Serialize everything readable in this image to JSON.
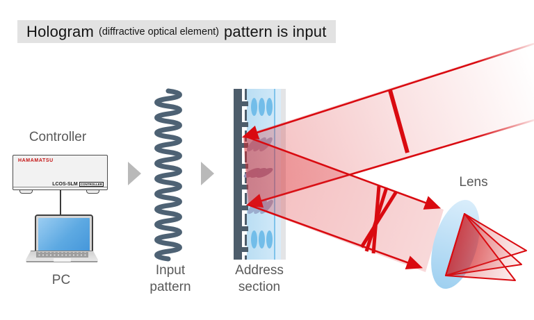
{
  "title": {
    "word1": "Hologram",
    "paren": "(diffractive optical element)",
    "word2": "pattern is input"
  },
  "labels": {
    "controller": "Controller",
    "pc": "PC",
    "input_pattern": "Input pattern",
    "address_section": "Address section",
    "lens": "Lens"
  },
  "controller_device": {
    "brand": "HAMAMATSU",
    "model": "LCOS-SLM",
    "model_type": "CONTROLLER"
  },
  "icons": {
    "flow_arrow": "right-triangle-arrow",
    "beam_arrow": "red-arrowhead"
  },
  "colors": {
    "beam_red": "#d90a10",
    "beam_fill_pink": "rgba(217,35,40,0.22)",
    "wave_slate": "#4e6274",
    "panel_blue": "#badef3",
    "molecule_blue": "#72bde9",
    "molecule_tilted_gray": "#9baccd",
    "arrow_gray": "#b9b9b9",
    "title_bg": "#e2e2e2",
    "lens_blue": "#bfe0f6",
    "label_gray": "#595959"
  }
}
